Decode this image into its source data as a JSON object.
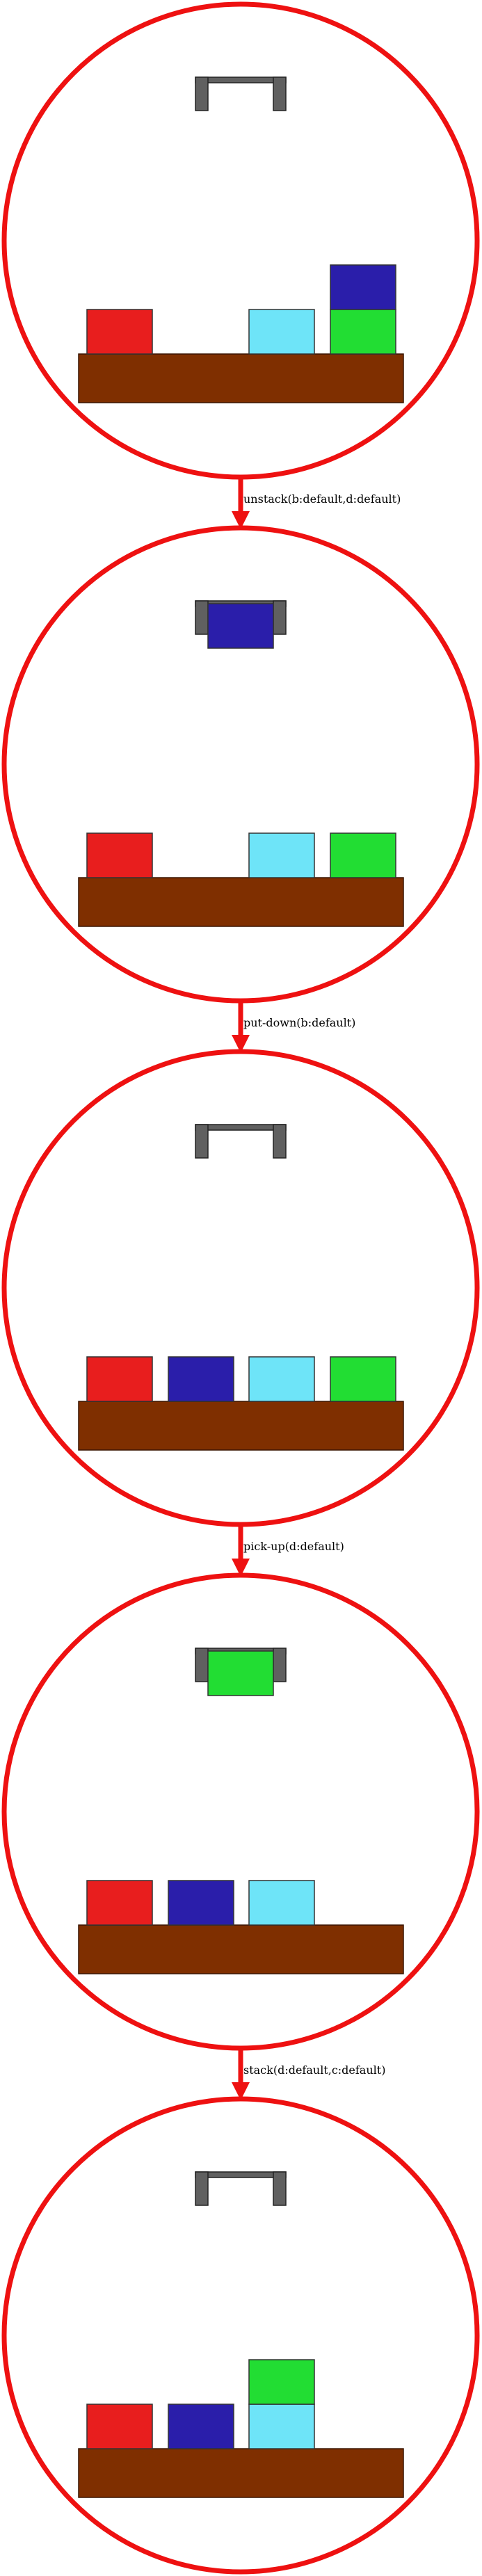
{
  "colors": {
    "border": "#ee1111",
    "table": "#7f2f00",
    "gripper": "#606060",
    "a": "#e81e1e",
    "b": "#2a1eaa",
    "c": "#6ee4f8",
    "d": "#22dd33"
  },
  "states": [
    {
      "held": null,
      "stacks": [
        [
          "a"
        ],
        [],
        [
          "c"
        ],
        [
          "d",
          "b"
        ]
      ]
    },
    {
      "held": "b",
      "stacks": [
        [
          "a"
        ],
        [],
        [
          "c"
        ],
        [
          "d"
        ]
      ]
    },
    {
      "held": null,
      "stacks": [
        [
          "a"
        ],
        [
          "b"
        ],
        [
          "c"
        ],
        [
          "d"
        ]
      ]
    },
    {
      "held": "d",
      "stacks": [
        [
          "a"
        ],
        [
          "b"
        ],
        [
          "c"
        ],
        []
      ]
    },
    {
      "held": null,
      "stacks": [
        [
          "a"
        ],
        [
          "b"
        ],
        [
          "c",
          "d"
        ],
        []
      ]
    }
  ],
  "actions": [
    "unstack(b:default,d:default)",
    "put-down(b:default)",
    "pick-up(d:default)",
    "stack(d:default,c:default)"
  ]
}
